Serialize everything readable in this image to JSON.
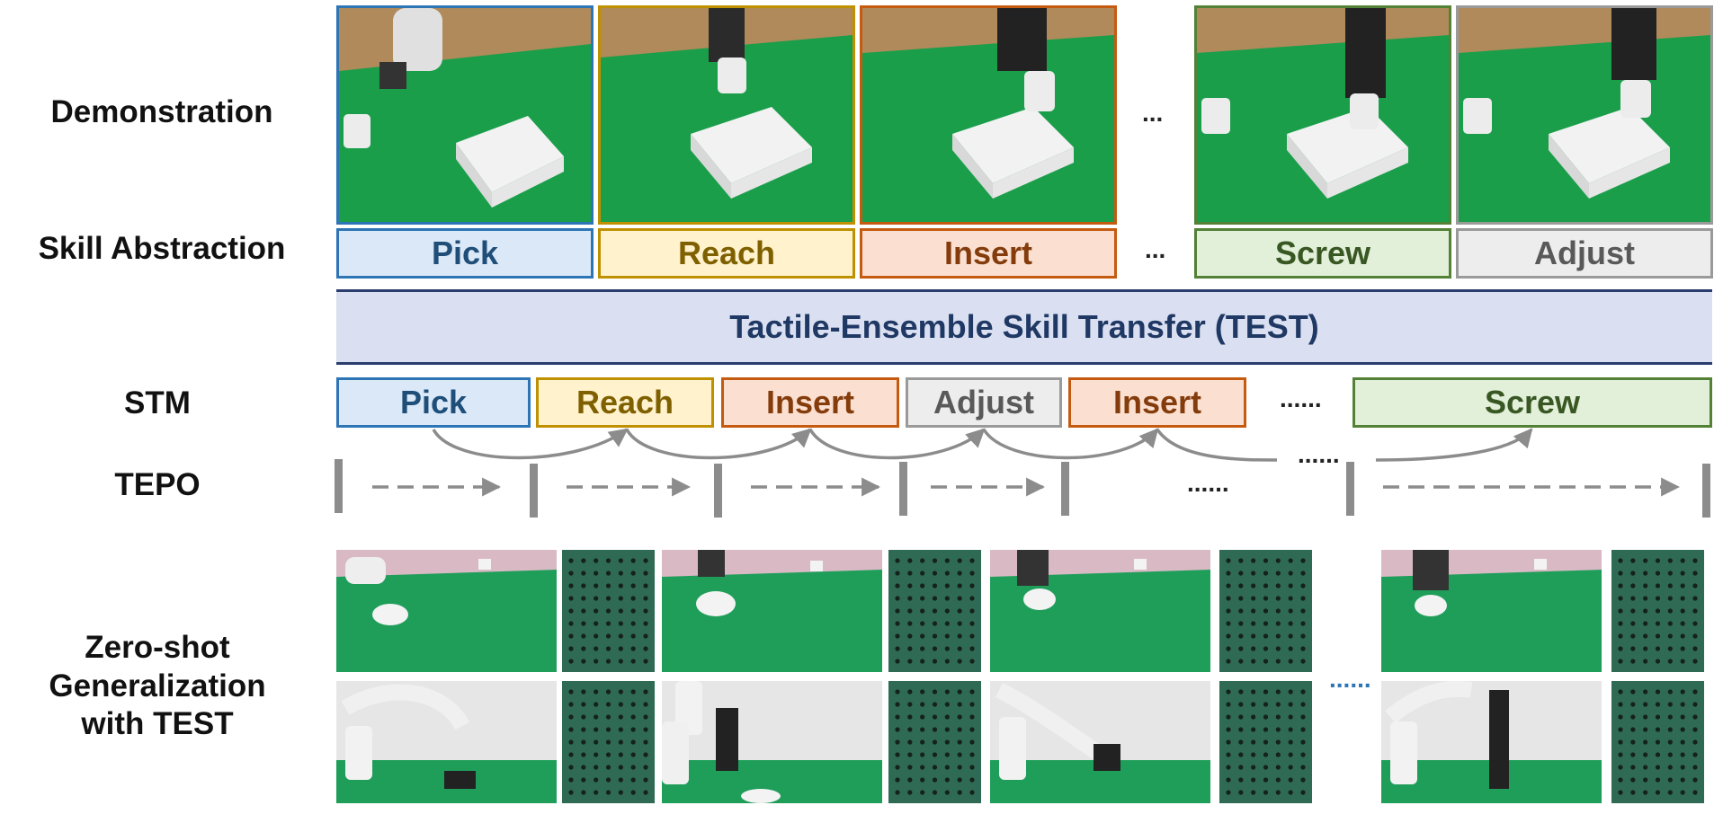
{
  "labels": {
    "demonstration": "Demonstration",
    "skill_abstraction": "Skill Abstraction",
    "stm": "STM",
    "tepo": "TEPO",
    "zeroshot": [
      "Zero-shot",
      "Generalization",
      "with TEST"
    ]
  },
  "banner": "Tactile-Ensemble Skill Transfer (TEST)",
  "ellipsis": {
    "demo": "...",
    "skill": "...",
    "stm": "......",
    "arc": "......",
    "tepo": "......",
    "zeroshot": "......"
  },
  "skill_abstraction": [
    {
      "label": "Pick",
      "fill": "#dae8f7",
      "stroke": "#2e75b6",
      "text": "#1f4e79"
    },
    {
      "label": "Reach",
      "fill": "#fff2cc",
      "stroke": "#bf9000",
      "text": "#7f6000"
    },
    {
      "label": "Insert",
      "fill": "#fbe0d1",
      "stroke": "#c55a11",
      "text": "#843c0c"
    },
    {
      "label": "Screw",
      "fill": "#e2efd9",
      "stroke": "#538135",
      "text": "#385723"
    },
    {
      "label": "Adjust",
      "fill": "#ededed",
      "stroke": "#9a9a9a",
      "text": "#595959"
    }
  ],
  "stm": [
    {
      "label": "Pick",
      "fill": "#dae8f7",
      "stroke": "#2e75b6",
      "text": "#1f4e79"
    },
    {
      "label": "Reach",
      "fill": "#fff2cc",
      "stroke": "#bf9000",
      "text": "#7f6000"
    },
    {
      "label": "Insert",
      "fill": "#fbe0d1",
      "stroke": "#c55a11",
      "text": "#843c0c"
    },
    {
      "label": "Adjust",
      "fill": "#ededed",
      "stroke": "#9a9a9a",
      "text": "#595959"
    },
    {
      "label": "Insert",
      "fill": "#fbe0d1",
      "stroke": "#c55a11",
      "text": "#843c0c"
    },
    {
      "label": "Screw",
      "fill": "#e2efd9",
      "stroke": "#538135",
      "text": "#385723"
    }
  ],
  "colors": {
    "banner_fill": "#dae0f1",
    "banner_text": "#1f3864",
    "connector": "#8c8c8c",
    "table_green": "#1a9e4a",
    "sensor_teal": "#2f6a55"
  }
}
